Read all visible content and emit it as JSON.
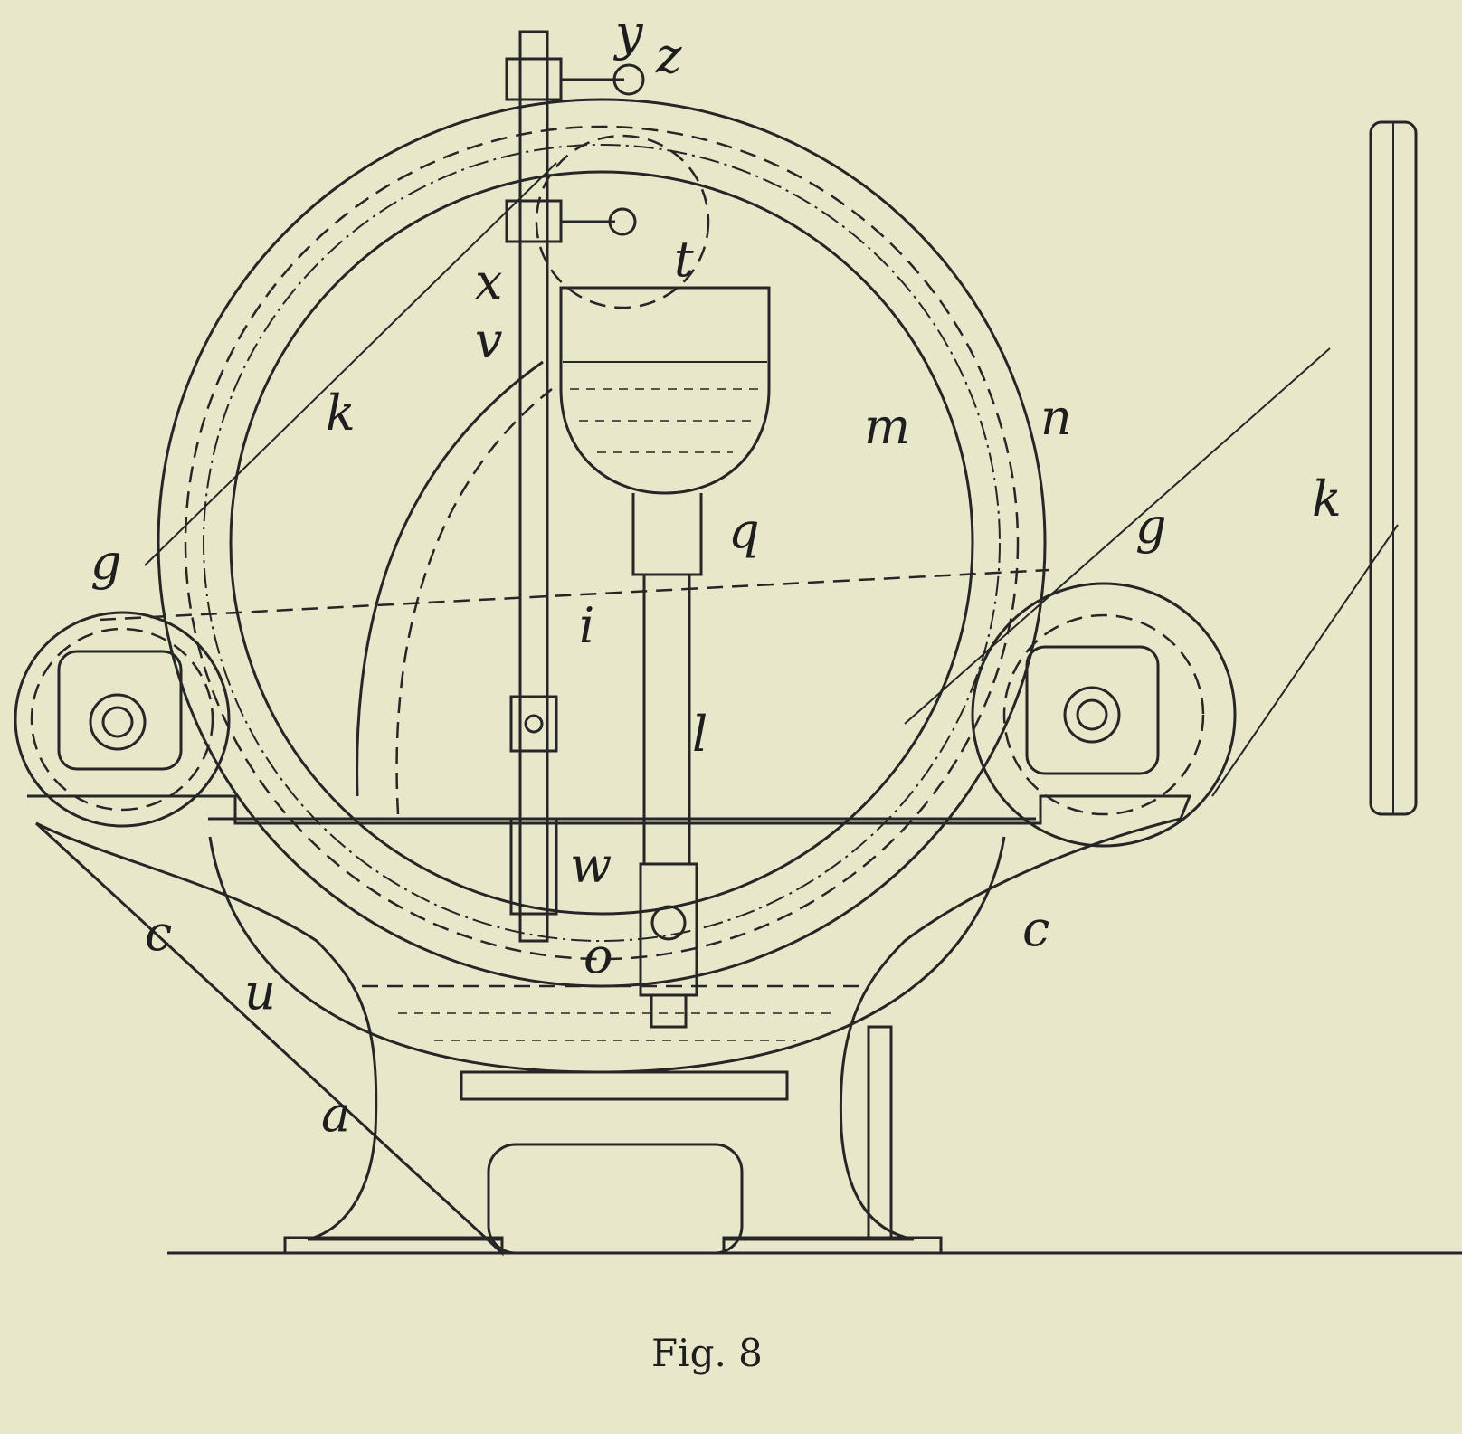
{
  "figure": {
    "caption": "Fig. 8",
    "labels": {
      "y": "y",
      "z": "z",
      "x": "x",
      "t": "t",
      "v": "v",
      "k_left": "k",
      "n": "n",
      "m": "m",
      "q": "q",
      "g_left": "g",
      "g_right": "g",
      "i": "i",
      "l": "l",
      "w": "w",
      "c_left": "c",
      "c_right": "c",
      "u": "u",
      "o": "o",
      "a": "a",
      "k_right": "k"
    }
  },
  "colors": {
    "paper": "#e9e7c9",
    "ink": "#262626"
  }
}
